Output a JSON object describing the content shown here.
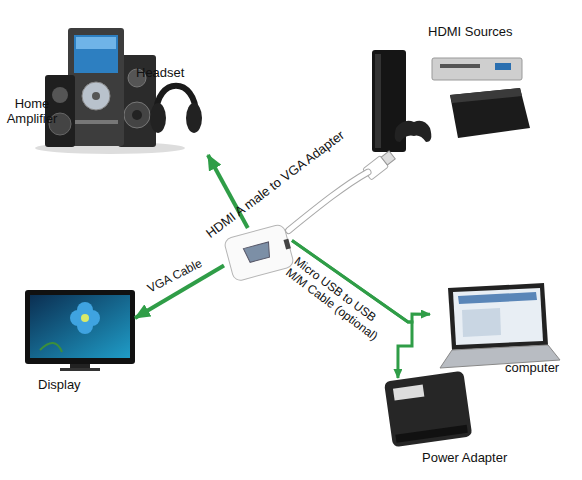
{
  "diagram": {
    "nodes": [
      {
        "text": [
          "HDMI A male to VGA Adapter"
        ]
      },
      {
        "text": [
          "Headset",
          "Home Amplifier"
        ]
      },
      {
        "text": [
          "HDMI Sources"
        ]
      },
      {
        "text": [
          "Display"
        ]
      },
      {
        "text": [
          "computer"
        ]
      },
      {
        "text": [
          "Power Adapter"
        ]
      }
    ],
    "edges": [
      {
        "from": 0,
        "to": 1,
        "arrow": "to"
      },
      {
        "from": 0,
        "to": 2,
        "arrow": "none"
      },
      {
        "from": 0,
        "to": 3,
        "label": "VGA Cable",
        "arrow": "to"
      },
      {
        "from": 0,
        "to": 4,
        "label": "Micro USB to USB M/M Cable (optional)",
        "arrow": "to"
      },
      {
        "from": 0,
        "to": 5,
        "arrow": "to"
      }
    ]
  }
}
